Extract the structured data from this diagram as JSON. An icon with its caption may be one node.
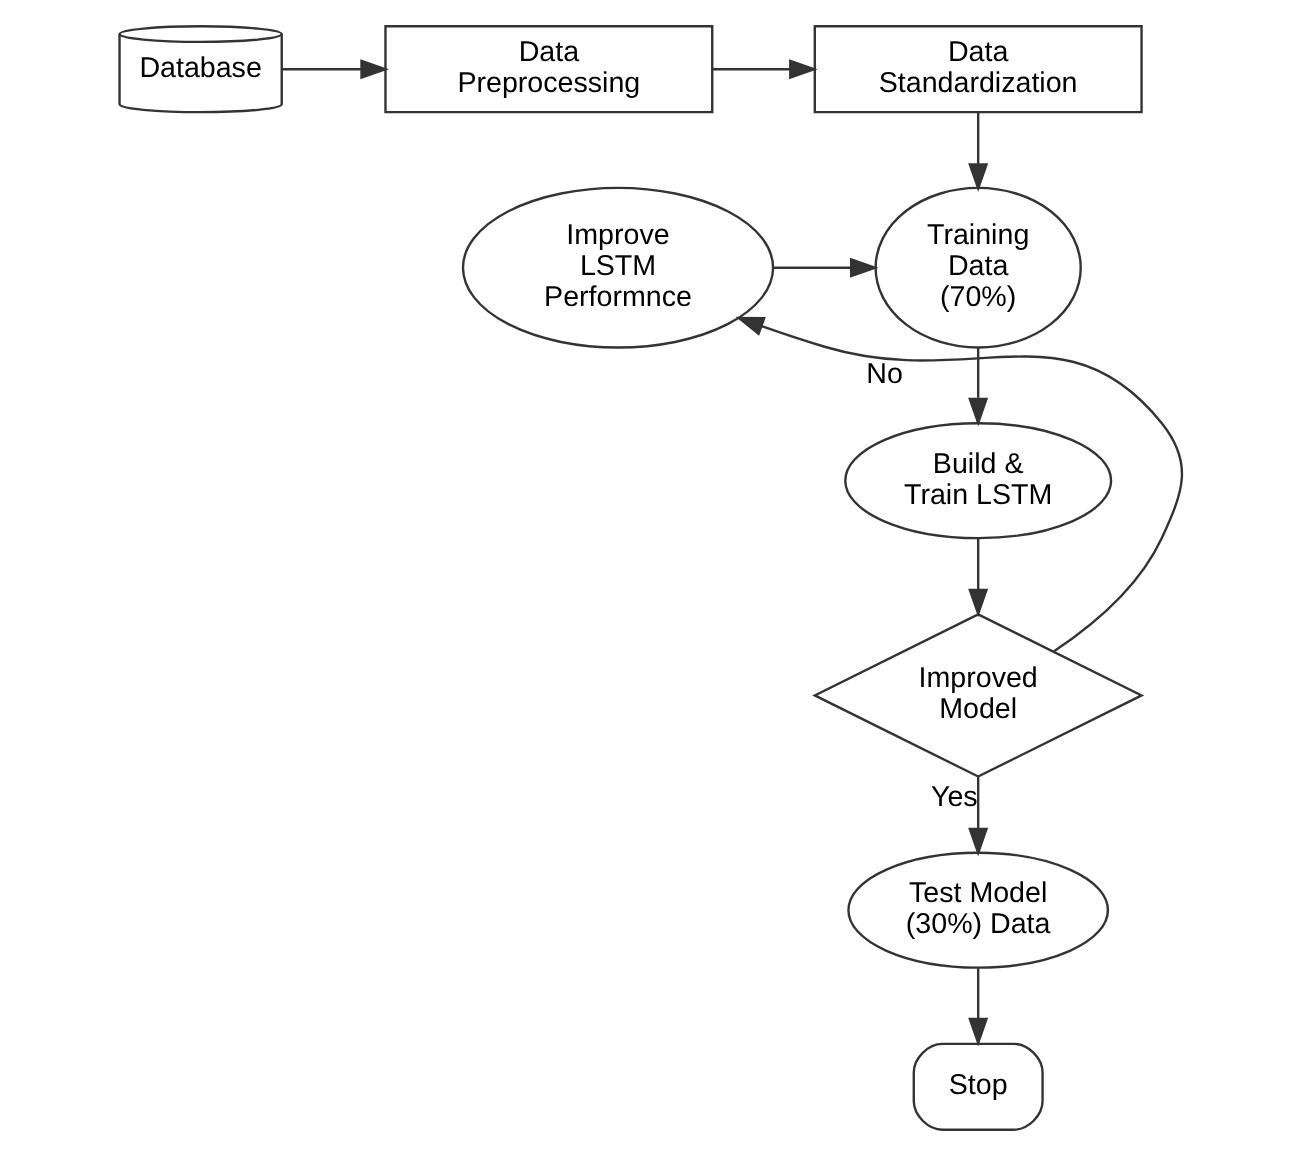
{
  "diagram": {
    "nodes": [
      {
        "text": [
          "Database"
        ]
      },
      {
        "text": [
          "Data Preprocessing"
        ]
      },
      {
        "text": [
          "Data Standardization"
        ]
      },
      {
        "text": [
          "Improve LSTM Performnce"
        ]
      },
      {
        "text": [
          "Training Data (70%)"
        ]
      },
      {
        "text": [
          "Build & Train LSTM"
        ]
      },
      {
        "text": [
          "Improved Model"
        ]
      },
      {
        "text": [
          "Test Model (30%) Data"
        ]
      },
      {
        "text": [
          "Stop"
        ]
      }
    ],
    "edges": [
      {
        "from": 0,
        "to": 1,
        "arrow": "to"
      },
      {
        "from": 1,
        "to": 2,
        "arrow": "to"
      },
      {
        "from": 2,
        "to": 4,
        "arrow": "to"
      },
      {
        "from": 3,
        "to": 4,
        "arrow": "to"
      },
      {
        "from": 4,
        "to": 5,
        "arrow": "to"
      },
      {
        "from": 5,
        "to": 6,
        "arrow": "to"
      },
      {
        "from": 6,
        "to": 3,
        "label": "No",
        "arrow": "to"
      },
      {
        "from": 6,
        "to": 7,
        "label": "Yes",
        "arrow": "to"
      },
      {
        "from": 7,
        "to": 8,
        "arrow": "to"
      }
    ]
  }
}
